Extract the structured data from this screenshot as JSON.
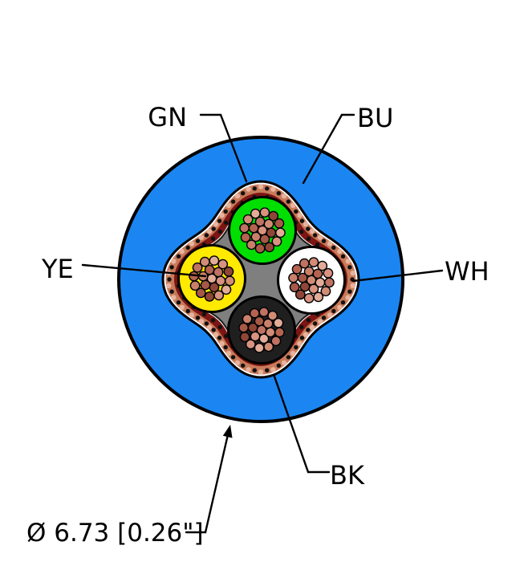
{
  "diagram": {
    "title": "cable-cross-section",
    "labels": {
      "gn": "GN",
      "bu": "BU",
      "ye": "YE",
      "wh": "WH",
      "bk": "BK"
    },
    "measurement": "Ø 6.73 [0.26\"]",
    "colors": {
      "jacket_blue": "#1b86f2",
      "conductor_green": "#00df00",
      "conductor_yellow": "#ffea00",
      "conductor_white": "#ffffff",
      "conductor_black": "#1f1f1f",
      "filler_gray": "#7f7f7f",
      "braid_copper": "#c87a59",
      "braid_copper_light": "#e7b39e",
      "braid_maroon": "#7c1514",
      "ink": "#000000",
      "strand_shades": [
        "#d99280",
        "#bf7261",
        "#a75847",
        "#e3ac98",
        "#b56350",
        "#8f4637",
        "#d28c76",
        "#c9806b"
      ]
    }
  }
}
